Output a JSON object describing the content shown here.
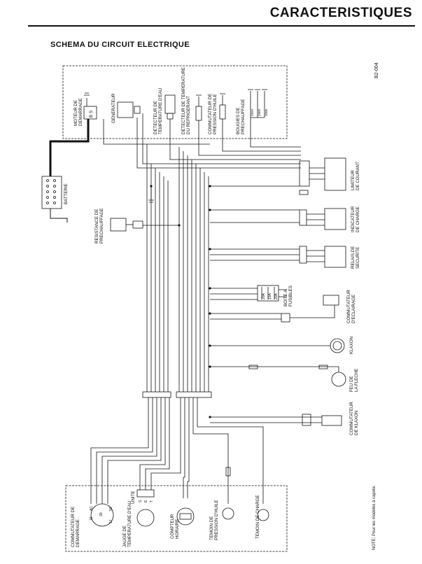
{
  "header": {
    "title": "CARACTERISTIQUES"
  },
  "page": {
    "subtitle": "SCHEMA DU CIRCUIT ELECTRIQUE",
    "ref_code": "B2-004"
  },
  "note": "NOTE: Pour les modèles à capote.",
  "engine_box": {
    "moteur_demarrage": [
      "MOTEUR DE",
      "DEMARRAGE"
    ],
    "terminals": "B    S",
    "generateur": "GENERATEUR",
    "detecteur_eau": [
      "DETECTEUR DE",
      "TEMPERATURE D'EAU"
    ],
    "detecteur_refrigerant": [
      "DETECTEUR DE TEMPERATURE",
      "DU REFRIGERANT"
    ],
    "commutateur_huile": [
      "COMMUTATEUR DE",
      "PRESSION D'HUILE"
    ],
    "bougies": [
      "BOUGIES DE",
      "PRECHAUFFAGE"
    ],
    "glow_marks": [
      "2929",
      "2909",
      "2008"
    ]
  },
  "batterie": "BATTERIE",
  "resistance": [
    "RESISTANCE DE",
    "PRECHAUFFAGE"
  ],
  "limiteur": [
    "LIMITEUR",
    "DE COURANT"
  ],
  "indicateur": [
    "INDICATEUR",
    "DE CHARGE"
  ],
  "relais": [
    "RELAIS DE",
    "SECURITE"
  ],
  "fusibles": {
    "label": [
      "BOITE A",
      "FUSIBLES"
    ],
    "ratings": [
      "20A",
      "15A",
      "20A"
    ]
  },
  "eclairage": [
    "COMMUTATEUR",
    "D'ECLAIRAGE"
  ],
  "klaxon": "KLAXON",
  "feu": [
    "FEU DE",
    "LA FLECHE"
  ],
  "comm_klaxon": [
    "COMMUTATEUR",
    "DE KLAXON"
  ],
  "panel": {
    "comm_demarrage": [
      "COMMUTATEUR DE",
      "DEMARRAGE"
    ],
    "ignition_pins": [
      "AC",
      "19",
      "30",
      "50",
      "17"
    ],
    "jauge": [
      "JAUGE DE",
      "TEMPERATURE D'EAU"
    ],
    "unite": "UNITE",
    "jauge_pins": [
      "S",
      "E",
      "T"
    ],
    "compteur": [
      "COMPTEUR",
      "HORAIRE"
    ],
    "temoin_huile": [
      "TEMOIN DE",
      "PRESSION D'HUILE"
    ],
    "temoin_charge": "TEMOIN DE CHARGE"
  }
}
